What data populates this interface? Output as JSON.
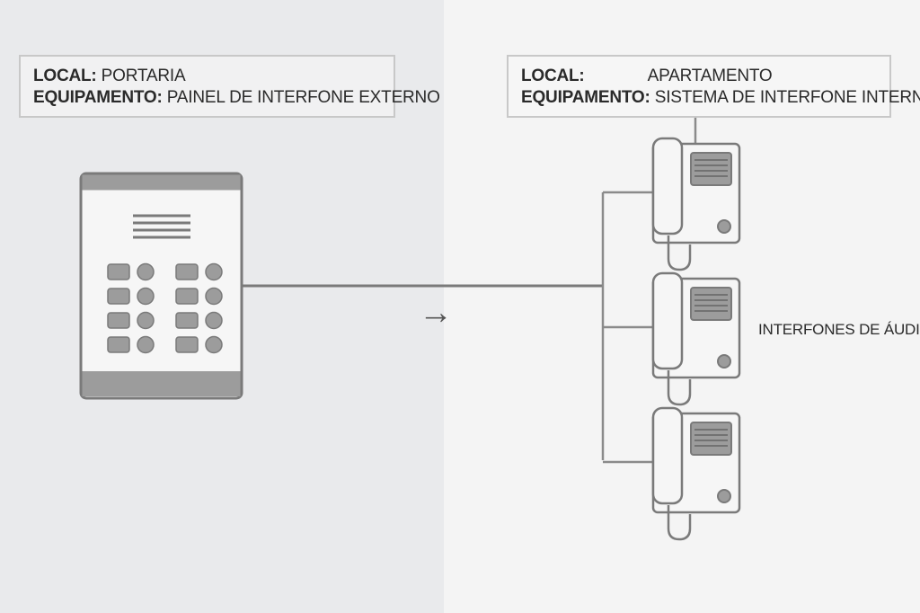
{
  "left_panel": {
    "local_key": "LOCAL:",
    "local_value": "PORTARIA",
    "equipment_key": "EQUIPAMENTO:",
    "equipment_value": "PAINEL DE INTERFONE EXTERNO"
  },
  "right_panel": {
    "local_key": "LOCAL:",
    "local_value": "APARTAMENTO",
    "equipment_key": "EQUIPAMENTO:",
    "equipment_value": "SISTEMA DE INTERFONE INTERNO"
  },
  "audio_label": "INTERFONES DE ÁUDIO",
  "handset_count": 3,
  "panel_button_rows": 4,
  "colors": {
    "stroke": "#7a7a7a",
    "fill_light": "#f6f6f6",
    "fill_mid": "#9c9c9c",
    "bg_left": "#e9eaec",
    "bg_right": "#f4f4f4"
  }
}
